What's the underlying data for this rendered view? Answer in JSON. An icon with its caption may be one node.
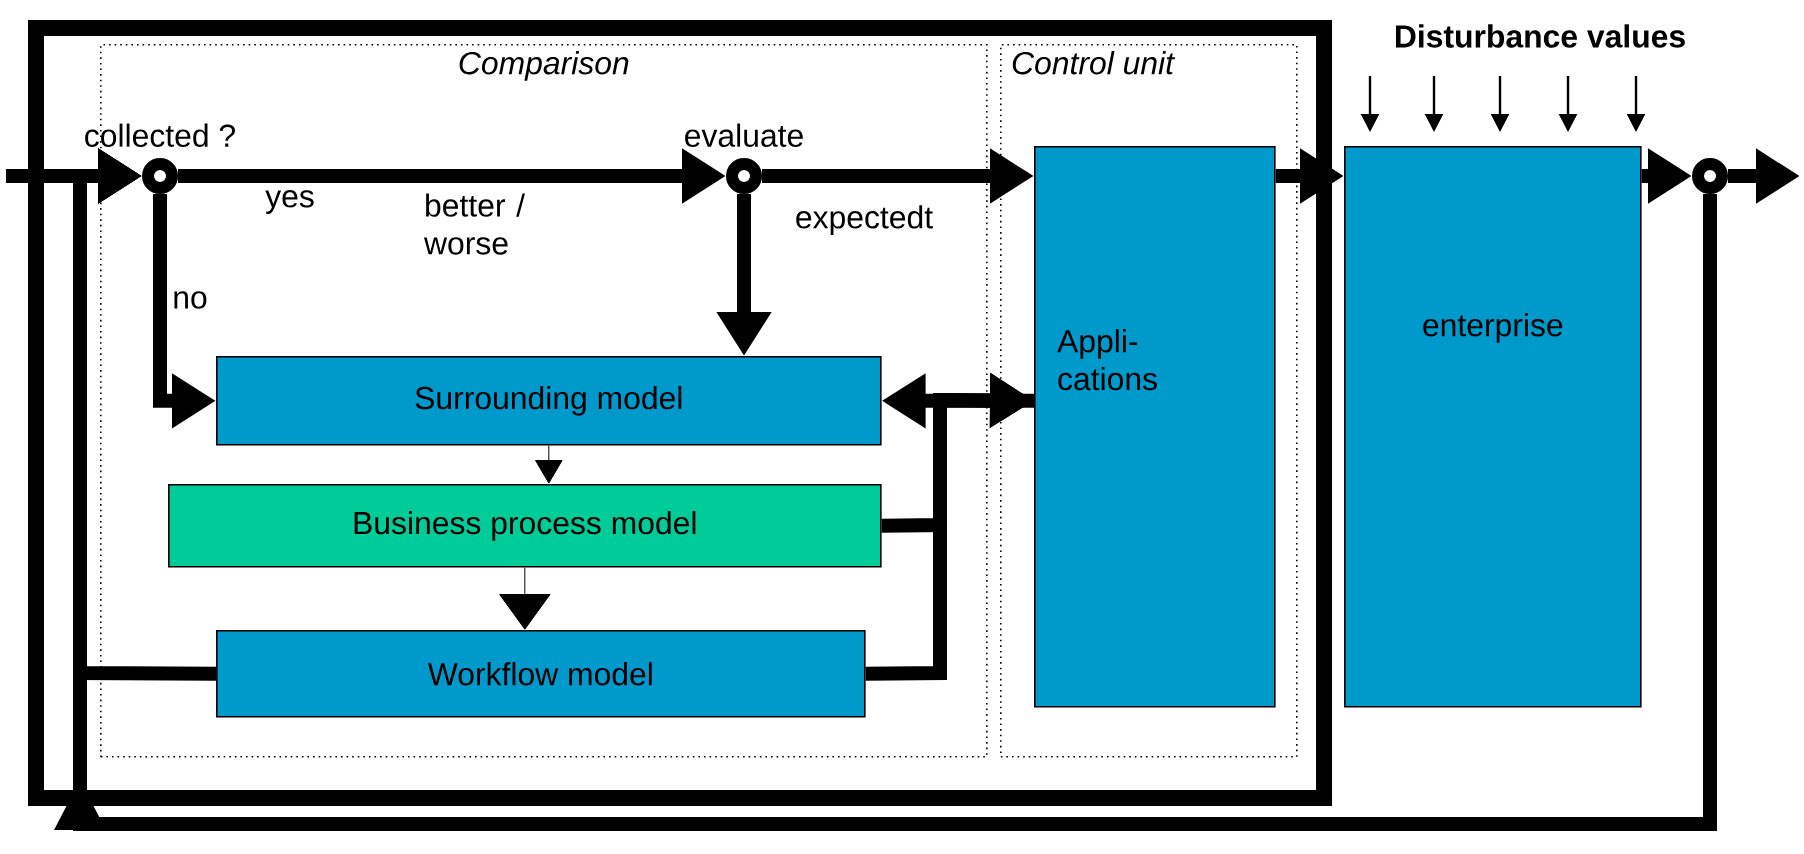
{
  "diagram": {
    "nodes": [
      {
        "text": [],
        "shape": "box"
      },
      {
        "text": [
          "Comparison"
        ],
        "in": 0
      },
      {
        "text": [
          "Control unit"
        ],
        "in": 0
      },
      {
        "text": [
          "collected ?"
        ],
        "in": 1
      },
      {
        "text": [
          "evaluate"
        ],
        "in": 1
      },
      {
        "text": [
          "Surrounding model"
        ],
        "in": 1
      },
      {
        "text": [
          "Business process model"
        ],
        "in": 1
      },
      {
        "text": [
          "Workflow model"
        ],
        "in": 1
      },
      {
        "text": [
          "Appli- cations"
        ],
        "in": 2
      },
      {
        "text": [
          "enterprise"
        ]
      },
      {
        "text": [],
        "shape": "circle"
      }
    ],
    "edges": [
      {
        "from": null,
        "to": 3,
        "arrow": "to"
      },
      {
        "from": 3,
        "to": 4,
        "arrow": "to",
        "label": "yes"
      },
      {
        "from": 3,
        "to": 5,
        "arrow": "to",
        "label": "no"
      },
      {
        "from": 4,
        "to": 5,
        "arrow": "to",
        "label": "expectedt"
      },
      {
        "from": 4,
        "to": 8,
        "arrow": "to"
      },
      {
        "from": 5,
        "to": 6,
        "arrow": "to"
      },
      {
        "from": 6,
        "to": 7,
        "arrow": "to"
      },
      {
        "from": 8,
        "to": 5,
        "arrow": "to"
      },
      {
        "from": 6,
        "to": 8,
        "arrow": "to"
      },
      {
        "from": 7,
        "to": 8,
        "arrow": "to"
      },
      {
        "from": 8,
        "to": 9,
        "arrow": "to"
      },
      {
        "from": 9,
        "to": 10,
        "arrow": "to"
      },
      {
        "from": 10,
        "to": null,
        "arrow": "to"
      },
      {
        "from": 10,
        "to": 3,
        "arrow": "to"
      },
      {
        "from": 7,
        "to": 3,
        "arrow": "to"
      }
    ],
    "labels": [
      "better / worse",
      "Disturbance values"
    ]
  }
}
